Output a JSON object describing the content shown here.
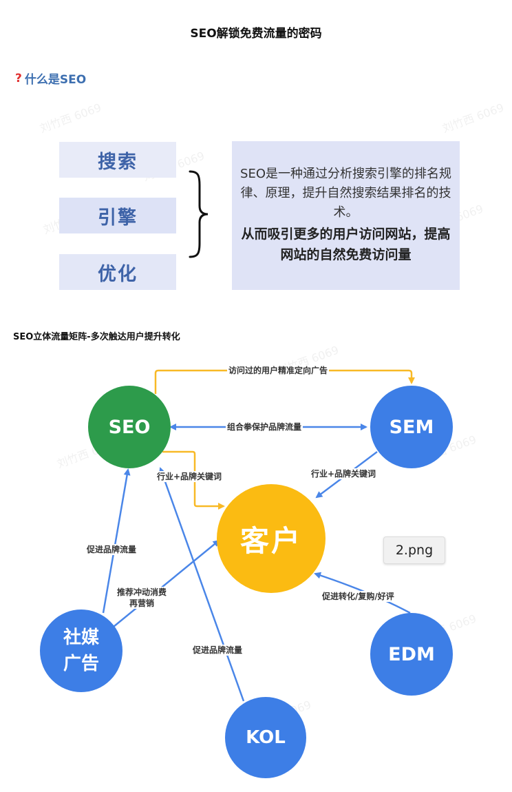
{
  "page_title": "SEO解锁免费流量的密码",
  "section1": {
    "icon": "question-icon",
    "icon_glyph": "?",
    "heading": "什么是SEO",
    "keywords": [
      "搜索",
      "引擎",
      "优化"
    ],
    "definition": "SEO是一种通过分析搜索引擎的排名规律、原理，提升自然搜索结果排名的技术。",
    "definition_bold": "从而吸引更多的用户访问网站，提高网站的自然免费访问量"
  },
  "section2": {
    "heading": "SEO立体流量矩阵-多次触达用户提升转化",
    "nodes": {
      "seo": "SEO",
      "sem": "SEM",
      "customer": "客户",
      "social_line1": "社媒",
      "social_line2": "广告",
      "edm": "EDM",
      "kol": "KOL"
    },
    "edges": {
      "seo_to_sem_top": "访问过的用户精准定向广告",
      "seo_sem_mid": "组合拳保护品牌流量",
      "seo_keywords": "行业+品牌关键词",
      "sem_keywords": "行业+品牌关键词",
      "social_to_seo": "促进品牌流量",
      "social_to_cust_line1": "推荐冲动消费",
      "social_to_cust_line2": "再营销",
      "edm_to_cust": "促进转化/复购/好评",
      "kol_to_seo": "促进品牌流量"
    },
    "file_tag": "2.png"
  },
  "watermark": "刘竹西 6069",
  "colors": {
    "seo_green": "#2d9b4b",
    "blue": "#3d7ee6",
    "customer_yellow": "#fbbb12",
    "arrow_yellow": "#f8b926",
    "arrow_blue": "#4a86e8",
    "heading_blue": "#3d6fb0"
  }
}
